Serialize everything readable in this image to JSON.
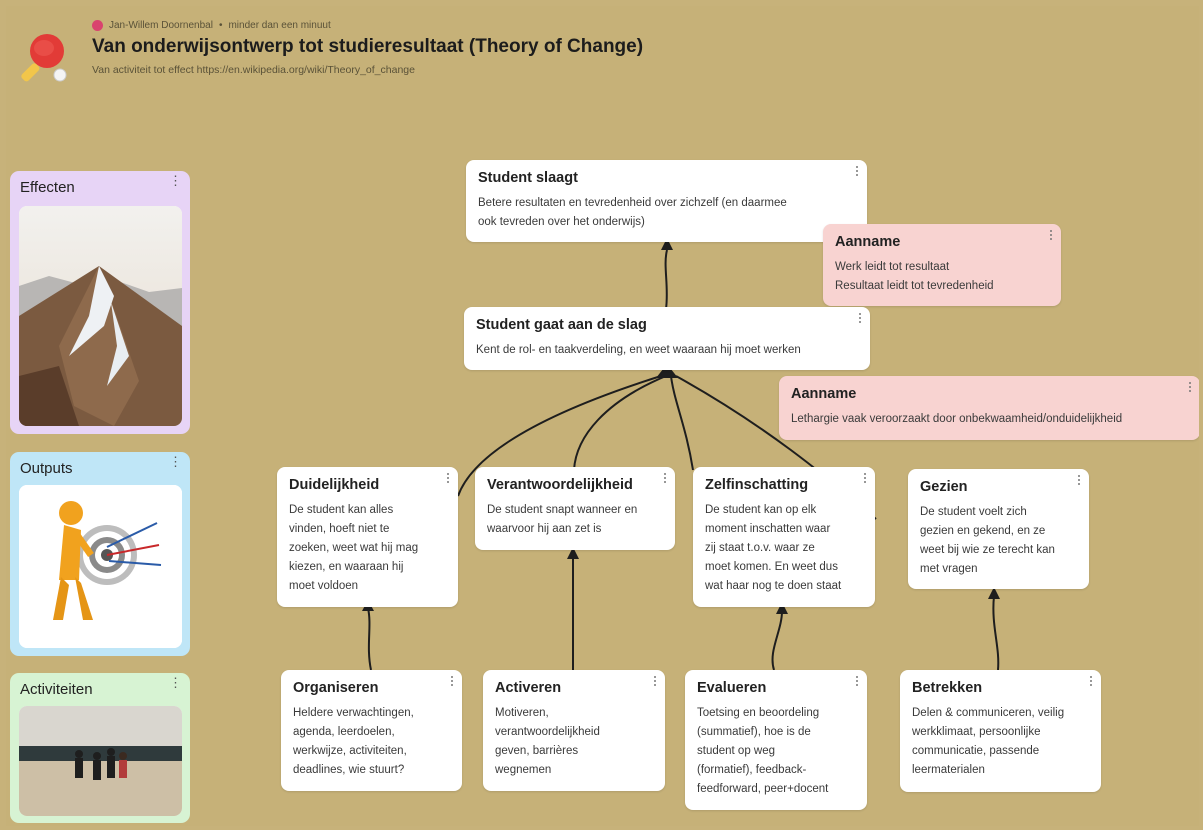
{
  "header": {
    "author": "Jan-Willem Doornenbal",
    "time": "minder dan een minuut",
    "title": "Van onderwijsontwerp tot studieresultaat (Theory of Change)",
    "subtitle": "Van activiteit tot effect https://en.wikipedia.org/wiki/Theory_of_change"
  },
  "lanes": [
    {
      "label": "Effecten",
      "color": "#e7d4f6",
      "image": "mountain-ridge"
    },
    {
      "label": "Outputs",
      "color": "#bfe6f7",
      "image": "archer-figure-target"
    },
    {
      "label": "Activiteiten",
      "color": "#d7f3d3",
      "image": "runners-on-beach"
    }
  ],
  "cards": {
    "slaagt": {
      "title": "Student slaagt",
      "text": "Betere resultaten en tevredenheid over zichzelf (en daarmee\nook tevreden over het onderwijs)"
    },
    "aanname1": {
      "title": "Aanname",
      "text": "Werk leidt tot resultaat\nResultaat leidt tot tevredenheid"
    },
    "slag": {
      "title": "Student gaat aan de slag",
      "text": "Kent de rol- en taakverdeling, en weet waaraan hij moet werken"
    },
    "aanname2": {
      "title": "Aanname",
      "text": "Lethargie vaak veroorzaakt door onbekwaamheid/onduidelijkheid"
    },
    "duidelijkheid": {
      "title": "Duidelijkheid",
      "text": "De student kan alles\nvinden, hoeft niet te\nzoeken, weet wat hij mag\nkiezen, en waaraan hij\nmoet voldoen"
    },
    "verantwoordelijkheid": {
      "title": "Verantwoordelijkheid",
      "text": "De student snapt wanneer en\nwaarvoor hij aan zet is"
    },
    "zelfinschatting": {
      "title": "Zelfinschatting",
      "text": "De student kan op elk\nmoment inschatten waar\nzij staat t.o.v. waar ze\nmoet komen. En weet dus\nwat haar nog te doen staat"
    },
    "gezien": {
      "title": "Gezien",
      "text": "De student voelt zich\ngezien en gekend, en ze\nweet bij wie ze terecht kan\nmet vragen"
    },
    "organiseren": {
      "title": "Organiseren",
      "text": "Heldere verwachtingen,\nagenda, leerdoelen,\nwerkwijze, activiteiten,\ndeadlines, wie stuurt?"
    },
    "activeren": {
      "title": "Activeren",
      "text": "Motiveren,\nverantwoordelijkheid\ngeven, barrières\nwegnemen"
    },
    "evalueren": {
      "title": "Evalueren",
      "text": "Toetsing en beoordeling\n(summatief), hoe is de\nstudent op weg\n(formatief), feedback-\nfeedforward, peer+docent"
    },
    "betrekken": {
      "title": "Betrekken",
      "text": "Delen & communiceren, veilig\nwerkklimaat, persoonlijke\ncommunicatie, passende\nleermaterialen"
    }
  },
  "colors": {
    "background": "#c6b178",
    "aanname": "#f8d3d1",
    "connector": "#1e1e1e"
  }
}
